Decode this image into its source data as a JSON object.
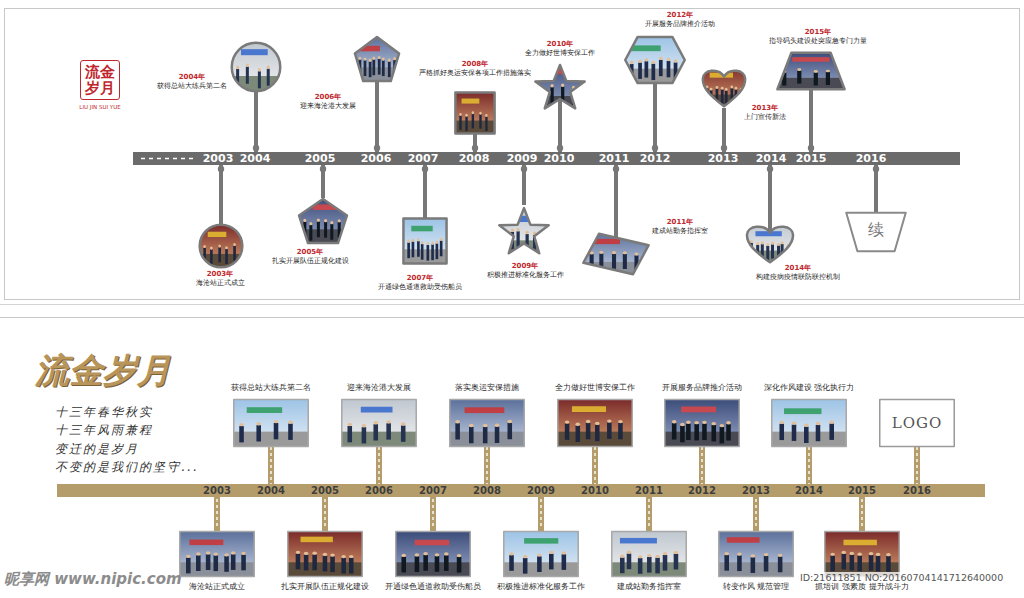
{
  "diagram": {
    "title": "流金岁月",
    "nodes": [
      {
        "text": [
          "流金岁月",
          "LIU JIN SUI YUE"
        ]
      },
      {
        "text": [
          "2003",
          "2004",
          "2005",
          "2006",
          "2007",
          "2008",
          "2009",
          "2010",
          "2011",
          "2012",
          "2013",
          "2014",
          "2015",
          "2016"
        ]
      },
      {
        "text": [
          "2003年",
          "海沧站正式成立"
        ]
      },
      {
        "text": [
          "2004年",
          "获得总站大练兵第二名"
        ]
      },
      {
        "text": [
          "2005年",
          "扎实开展队伍正规化建设"
        ]
      },
      {
        "text": [
          "2006年",
          "迎来海沧港大发展"
        ]
      },
      {
        "text": [
          "2007年",
          "开通绿色通道救助受伤船员"
        ]
      },
      {
        "text": [
          "2008年",
          "严格抓好奥运安保各项工作措施落实"
        ]
      },
      {
        "text": [
          "2009年",
          "积极推进标准化服务工作"
        ]
      },
      {
        "text": [
          "2010年",
          "全力做好世博安保工作"
        ]
      },
      {
        "text": [
          "2011年",
          "建成站勤务指挥室"
        ]
      },
      {
        "text": [
          "2012年",
          "开展服务品牌推介活动"
        ]
      },
      {
        "text": [
          "2013年",
          "上门宣传新法"
        ]
      },
      {
        "text": [
          "2014年",
          "构建疫病疫情联防联控机制"
        ]
      },
      {
        "text": [
          "2015年",
          "指导码头建设处突应急专门力量"
        ]
      },
      {
        "text": [
          "续"
        ]
      },
      {
        "text": [
          "2003",
          "2004",
          "2005",
          "2006",
          "2007",
          "2008",
          "2009",
          "2010",
          "2011",
          "2012",
          "2013",
          "2014",
          "2015",
          "2016"
        ]
      },
      {
        "text": [
          "海沧站正式成立"
        ]
      },
      {
        "text": [
          "获得总站大练兵第二名"
        ]
      },
      {
        "text": [
          "扎实开展队伍正规化建设"
        ]
      },
      {
        "text": [
          "迎来海沧港大发展"
        ]
      },
      {
        "text": [
          "开通绿色通道救助受伤船员"
        ]
      },
      {
        "text": [
          "落实奥运安保措施"
        ]
      },
      {
        "text": [
          "积极推进标准化服务工作"
        ]
      },
      {
        "text": [
          "全力做好世博安保工作"
        ]
      },
      {
        "text": [
          "建成站勤务指挥室"
        ]
      },
      {
        "text": [
          "开展服务品牌推介活动"
        ]
      },
      {
        "text": [
          "转变作风 规范管理"
        ]
      },
      {
        "text": [
          "深化作风建设 强化执行力"
        ]
      },
      {
        "text": [
          "抓培训 强素质 提升战斗力"
        ]
      },
      {
        "text": [
          "LOGO"
        ]
      }
    ],
    "edges": [
      {
        "from": 1,
        "to": 2,
        "arrow": "none"
      },
      {
        "from": 1,
        "to": 3,
        "arrow": "none"
      },
      {
        "from": 1,
        "to": 4,
        "arrow": "none"
      },
      {
        "from": 1,
        "to": 5,
        "arrow": "none"
      },
      {
        "from": 1,
        "to": 6,
        "arrow": "none"
      },
      {
        "from": 1,
        "to": 7,
        "arrow": "none"
      },
      {
        "from": 1,
        "to": 8,
        "arrow": "none"
      },
      {
        "from": 1,
        "to": 9,
        "arrow": "none"
      },
      {
        "from": 1,
        "to": 10,
        "arrow": "none"
      },
      {
        "from": 1,
        "to": 11,
        "arrow": "none"
      },
      {
        "from": 1,
        "to": 12,
        "arrow": "none"
      },
      {
        "from": 1,
        "to": 13,
        "arrow": "none"
      },
      {
        "from": 1,
        "to": 14,
        "arrow": "none"
      },
      {
        "from": 1,
        "to": 15,
        "arrow": "none"
      },
      {
        "from": 16,
        "to": 17,
        "arrow": "none"
      },
      {
        "from": 16,
        "to": 18,
        "arrow": "none"
      },
      {
        "from": 16,
        "to": 19,
        "arrow": "none"
      },
      {
        "from": 16,
        "to": 20,
        "arrow": "none"
      },
      {
        "from": 16,
        "to": 21,
        "arrow": "none"
      },
      {
        "from": 16,
        "to": 22,
        "arrow": "none"
      },
      {
        "from": 16,
        "to": 23,
        "arrow": "none"
      },
      {
        "from": 16,
        "to": 24,
        "arrow": "none"
      },
      {
        "from": 16,
        "to": 25,
        "arrow": "none"
      },
      {
        "from": 16,
        "to": 26,
        "arrow": "none"
      },
      {
        "from": 16,
        "to": 27,
        "arrow": "none"
      },
      {
        "from": 16,
        "to": 28,
        "arrow": "none"
      },
      {
        "from": 16,
        "to": 29,
        "arrow": "none"
      },
      {
        "from": 16,
        "to": 30,
        "arrow": "none"
      }
    ],
    "labels": [
      "十三年春华秋实",
      "十三年风雨兼程",
      "变迁的是岁月",
      "不变的是我们的坚守...",
      "昵享网 www.nipic.com",
      "ID:21611851 NO:20160704141712640000"
    ]
  }
}
